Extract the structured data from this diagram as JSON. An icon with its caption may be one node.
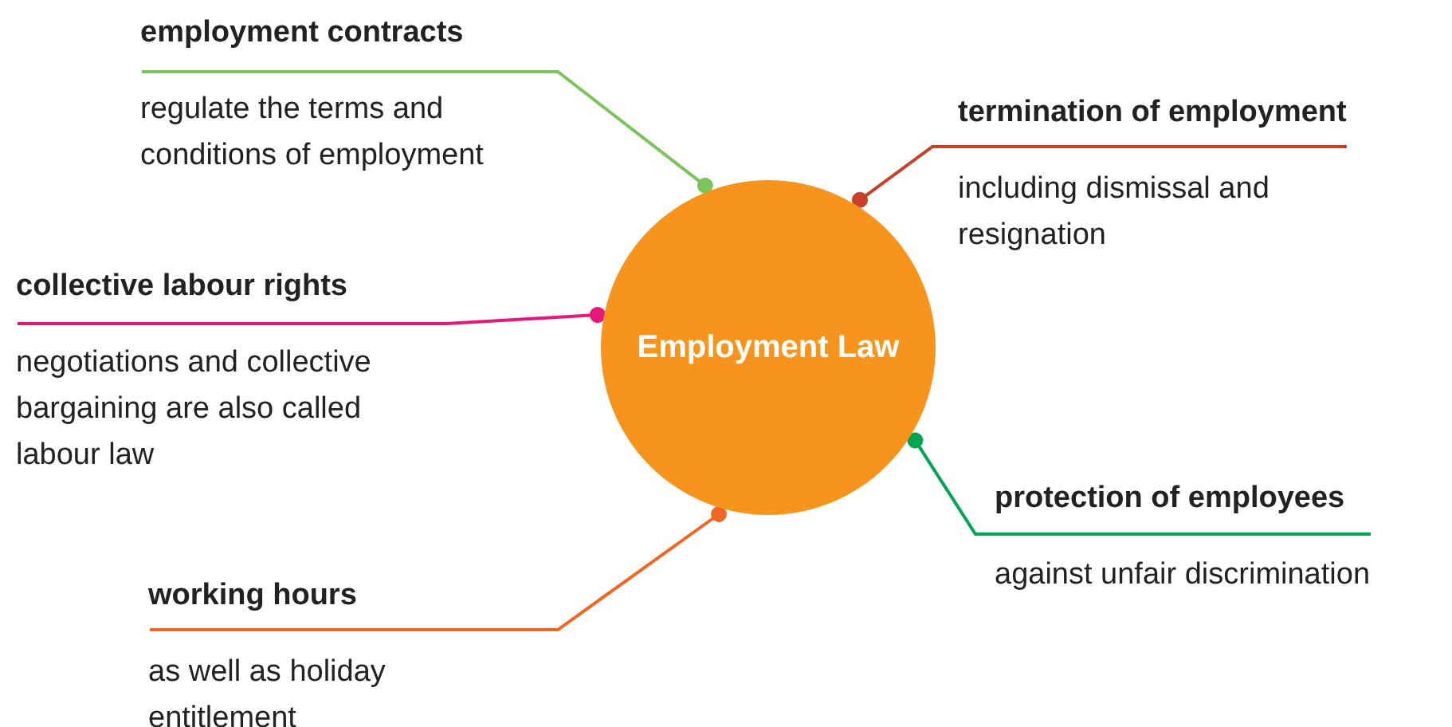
{
  "diagram": {
    "nodes": [
      {
        "text": [
          "employment contracts",
          "regulate the terms and conditions of employment"
        ]
      },
      {
        "text": [
          "termination of employment",
          "including dismissal and resignation"
        ]
      },
      {
        "text": [
          "collective labour rights",
          "negotiations and collective bargaining are also called labour law"
        ]
      },
      {
        "text": [
          "Employment Law"
        ]
      },
      {
        "text": [
          "protection of employees",
          "against unfair discrimination"
        ]
      },
      {
        "text": [
          "working hours",
          "as well as holiday entitlement"
        ]
      }
    ],
    "edges": [
      {
        "from": 0,
        "to": 3,
        "arrow": "other",
        "color": "#7dc35b"
      },
      {
        "from": 1,
        "to": 3,
        "arrow": "other",
        "color": "#c8402a"
      },
      {
        "from": 2,
        "to": 3,
        "arrow": "other",
        "color": "#e5177b"
      },
      {
        "from": 4,
        "to": 3,
        "arrow": "other",
        "color": "#00a551"
      },
      {
        "from": 5,
        "to": 3,
        "arrow": "other",
        "color": "#f26522"
      }
    ]
  }
}
